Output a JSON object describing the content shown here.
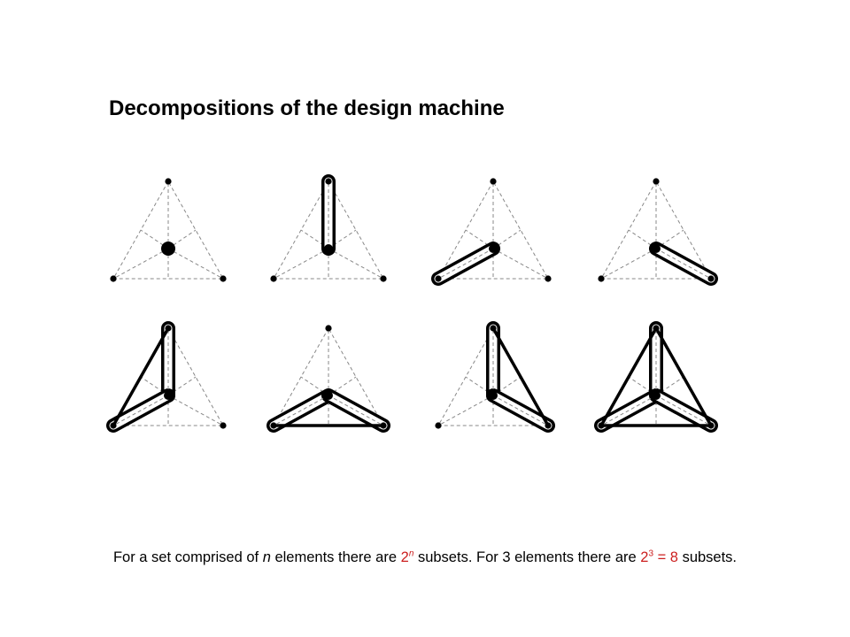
{
  "title": "Decompositions of the design machine",
  "caption": {
    "part1": "For a set comprised of ",
    "var_n": "n",
    "part2": " elements there are ",
    "pow_base": "2",
    "pow_exp": "n",
    "part3": " subsets. For 3 elements there are ",
    "ex_base": "2",
    "ex_exp": "3",
    "ex_rest": " = 8",
    "part4": " subsets."
  },
  "colors": {
    "text": "#000000",
    "highlight": "#cc1f1f",
    "dashed": "#888888",
    "stroke": "#000000"
  },
  "diagrams": [
    {
      "id": "empty",
      "subset": []
    },
    {
      "id": "top",
      "subset": [
        "top"
      ]
    },
    {
      "id": "left",
      "subset": [
        "left"
      ]
    },
    {
      "id": "right",
      "subset": [
        "right"
      ]
    },
    {
      "id": "top-left",
      "subset": [
        "top",
        "left"
      ]
    },
    {
      "id": "left-right",
      "subset": [
        "left",
        "right"
      ]
    },
    {
      "id": "top-right",
      "subset": [
        "top",
        "right"
      ]
    },
    {
      "id": "all",
      "subset": [
        "top",
        "left",
        "right"
      ]
    }
  ]
}
